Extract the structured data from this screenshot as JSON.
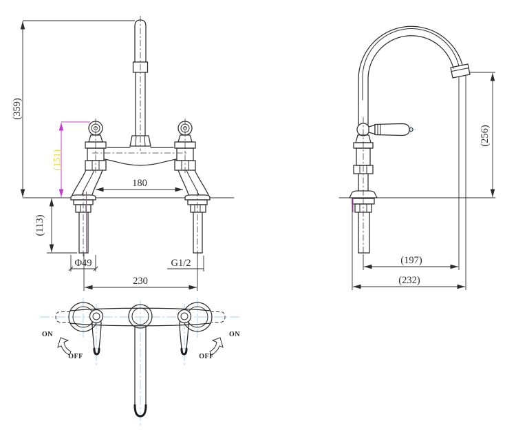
{
  "front_view": {
    "dimensions": {
      "overall_height": "(359)",
      "deck_to_handle_top": "(151)",
      "inlet_spacing": "180",
      "shank_length": "(113)",
      "base_diameter": "Φ49",
      "inlet_thread": "G1/2",
      "tail_centres": "230"
    }
  },
  "side_view": {
    "dimensions": {
      "spout_outlet_height": "(256)",
      "spout_reach": "(197)",
      "overall_depth": "(232)"
    }
  },
  "top_view": {
    "left_handle": {
      "on_label": "ON",
      "off_label": "OFF"
    },
    "right_handle": {
      "on_label": "ON",
      "off_label": "OFF"
    }
  },
  "colors": {
    "outline": "#2b2b2b",
    "dimension_line": "#2b2b2b",
    "highlight_magenta": "#c03cc8",
    "highlight_yellow": "#e3d835",
    "centerline_cyan": "#a4d6e6",
    "background": "#ffffff"
  }
}
